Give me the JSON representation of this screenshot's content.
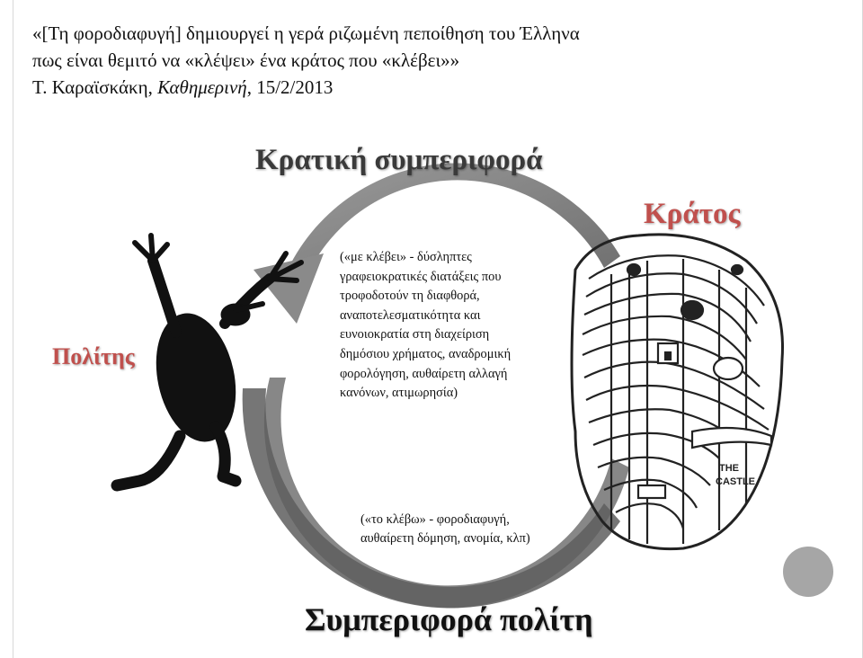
{
  "quote": {
    "line1": "«[Τη φοροδιαφυγή] δημιουργεί η γερά ριζωμένη πεποίθηση του Έλληνα",
    "line2": "πως είναι θεμιτό να «κλέψει» ένα κράτος που «κλέβει»»",
    "author": "Τ. Καραϊσκάκη, ",
    "source": "Καθημερινή",
    "date": ", 15/2/2013"
  },
  "diagram": {
    "top_heading": "Κρατική συμπεριφορά",
    "bottom_heading": "Συμπεριφορά πολίτη",
    "state_label": "Κράτος",
    "citizen_label": "Πολίτης",
    "state_behavior_lines": [
      "(«με κλέβει» - δύσληπτες",
      "γραφειοκρατικές διατάξεις που",
      "τροφοδοτούν τη διαφθορά,",
      "αναποτελεσματικότητα και",
      "ευνοιοκρατία στη διαχείριση",
      "δημόσιου χρήματος, αναδρομική",
      "φορολόγηση, αυθαίρετη αλλαγή",
      "κανόνων, ατιμωρησία)"
    ],
    "citizen_behavior_lines": [
      "(«το κλέβω» - φοροδιαφυγή,",
      "αυθαίρετη δόμηση, ανομία, κλπ)"
    ],
    "castle_sign": [
      "THE",
      "CASTLE"
    ]
  },
  "colors": {
    "accent_red": "#c0504d",
    "arrow_gray": "#8c8c8c"
  }
}
